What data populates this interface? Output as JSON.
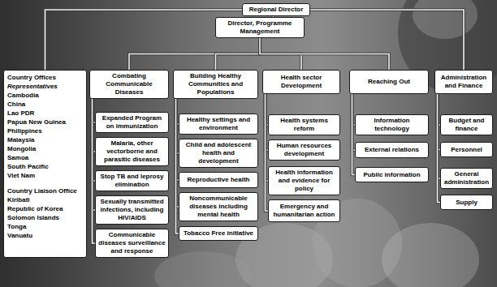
{
  "diagram": {
    "nodes": [
      {
        "text": [
          "Regional Director"
        ]
      },
      {
        "text": [
          "Director, Programme Management"
        ]
      },
      {
        "text": [
          "Country Offices",
          "Representatives",
          "Cambodia",
          "China",
          "Lao PDR",
          "Papua New Guinea",
          "Philippines",
          "Malaysia",
          "Mongolia",
          "Samoa",
          "South Pacific",
          "Viet Nam",
          "Country Liaison Office",
          "Kiribati",
          "Republic of Korea",
          "Solomon Islands",
          "Tonga",
          "Vanuatu"
        ]
      },
      {
        "text": [
          "Combating Communicable Diseases"
        ]
      },
      {
        "text": [
          "Expanded Program on immunization"
        ]
      },
      {
        "text": [
          "Malaria, other vectorborne and parasitic diseases"
        ]
      },
      {
        "text": [
          "Stop TB and leprosy elimination"
        ]
      },
      {
        "text": [
          "Sexually transmitted infections, including HIV/AIDS"
        ]
      },
      {
        "text": [
          "Communicable diseases surveillance and response"
        ]
      },
      {
        "text": [
          "Building Healthy Communities and Populations"
        ]
      },
      {
        "text": [
          "Healthy settings and environment"
        ]
      },
      {
        "text": [
          "Child and adolescent health and development"
        ]
      },
      {
        "text": [
          "Reproductive health"
        ]
      },
      {
        "text": [
          "Noncommunicable diseases including mental health"
        ]
      },
      {
        "text": [
          "Tobacco Free initiative"
        ]
      },
      {
        "text": [
          "Health sector Development"
        ]
      },
      {
        "text": [
          "Health systems reform"
        ]
      },
      {
        "text": [
          "Human resources development"
        ]
      },
      {
        "text": [
          "Health information and evidence for policy"
        ]
      },
      {
        "text": [
          "Emergency and humanitarian action"
        ]
      },
      {
        "text": [
          "Reaching Out"
        ]
      },
      {
        "text": [
          "Information technology"
        ]
      },
      {
        "text": [
          "External relations"
        ]
      },
      {
        "text": [
          "Public information"
        ]
      },
      {
        "text": [
          "Administration and Finance"
        ]
      },
      {
        "text": [
          "Budget and finance"
        ]
      },
      {
        "text": [
          "Personnel"
        ]
      },
      {
        "text": [
          "General administration"
        ]
      },
      {
        "text": [
          "Supply"
        ]
      }
    ],
    "edges": [
      {
        "from": 0,
        "to": 1,
        "arrow": "none"
      },
      {
        "from": 0,
        "to": 2,
        "arrow": "none"
      },
      {
        "from": 0,
        "to": 24,
        "arrow": "none"
      },
      {
        "from": 1,
        "to": 3,
        "arrow": "none"
      },
      {
        "from": 1,
        "to": 9,
        "arrow": "none"
      },
      {
        "from": 1,
        "to": 15,
        "arrow": "none"
      },
      {
        "from": 1,
        "to": 20,
        "arrow": "none"
      },
      {
        "from": 3,
        "to": 4,
        "arrow": "none"
      },
      {
        "from": 3,
        "to": 5,
        "arrow": "none"
      },
      {
        "from": 3,
        "to": 6,
        "arrow": "none"
      },
      {
        "from": 3,
        "to": 7,
        "arrow": "none"
      },
      {
        "from": 3,
        "to": 8,
        "arrow": "none"
      },
      {
        "from": 9,
        "to": 10,
        "arrow": "none"
      },
      {
        "from": 9,
        "to": 11,
        "arrow": "none"
      },
      {
        "from": 9,
        "to": 12,
        "arrow": "none"
      },
      {
        "from": 9,
        "to": 13,
        "arrow": "none"
      },
      {
        "from": 9,
        "to": 14,
        "arrow": "none"
      },
      {
        "from": 15,
        "to": 16,
        "arrow": "none"
      },
      {
        "from": 15,
        "to": 17,
        "arrow": "none"
      },
      {
        "from": 15,
        "to": 18,
        "arrow": "none"
      },
      {
        "from": 15,
        "to": 19,
        "arrow": "none"
      },
      {
        "from": 20,
        "to": 21,
        "arrow": "none"
      },
      {
        "from": 20,
        "to": 22,
        "arrow": "none"
      },
      {
        "from": 20,
        "to": 23,
        "arrow": "none"
      },
      {
        "from": 24,
        "to": 25,
        "arrow": "none"
      },
      {
        "from": 24,
        "to": 26,
        "arrow": "none"
      },
      {
        "from": 24,
        "to": 27,
        "arrow": "none"
      },
      {
        "from": 24,
        "to": 28,
        "arrow": "none"
      }
    ]
  }
}
